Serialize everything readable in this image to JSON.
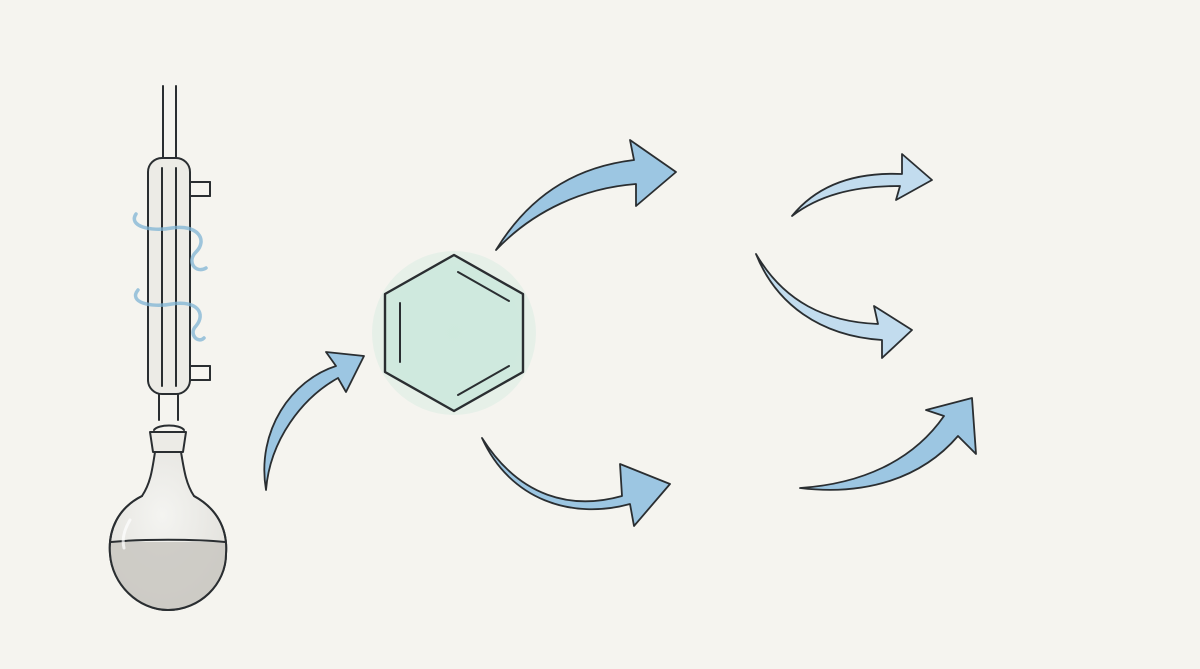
{
  "palette": {
    "background": "#f5f4ef",
    "arrow_fill": "#9cc6e2",
    "arrow_fill_light": "#c2dcee",
    "hexagon_fill": "#cbe8dc",
    "liquid_fill": "#c9c7c1",
    "glass_fill": "#ebebe7",
    "coil_color": "#7fb4d4",
    "outline": "#2a2e31"
  },
  "diagram": {
    "nodes": [
      {
        "id": "reflux-apparatus",
        "shape": "flask-with-condenser"
      },
      {
        "id": "benzene-ring",
        "shape": "hexagon"
      }
    ],
    "arrows": [
      {
        "id": "arrow-apparatus-to-ring",
        "from": "reflux-apparatus",
        "to": "benzene-ring"
      },
      {
        "id": "arrow-ring-upper-branch"
      },
      {
        "id": "arrow-ring-lower-branch"
      },
      {
        "id": "arrow-second-top"
      },
      {
        "id": "arrow-second-middle"
      },
      {
        "id": "arrow-second-bottom"
      }
    ]
  }
}
